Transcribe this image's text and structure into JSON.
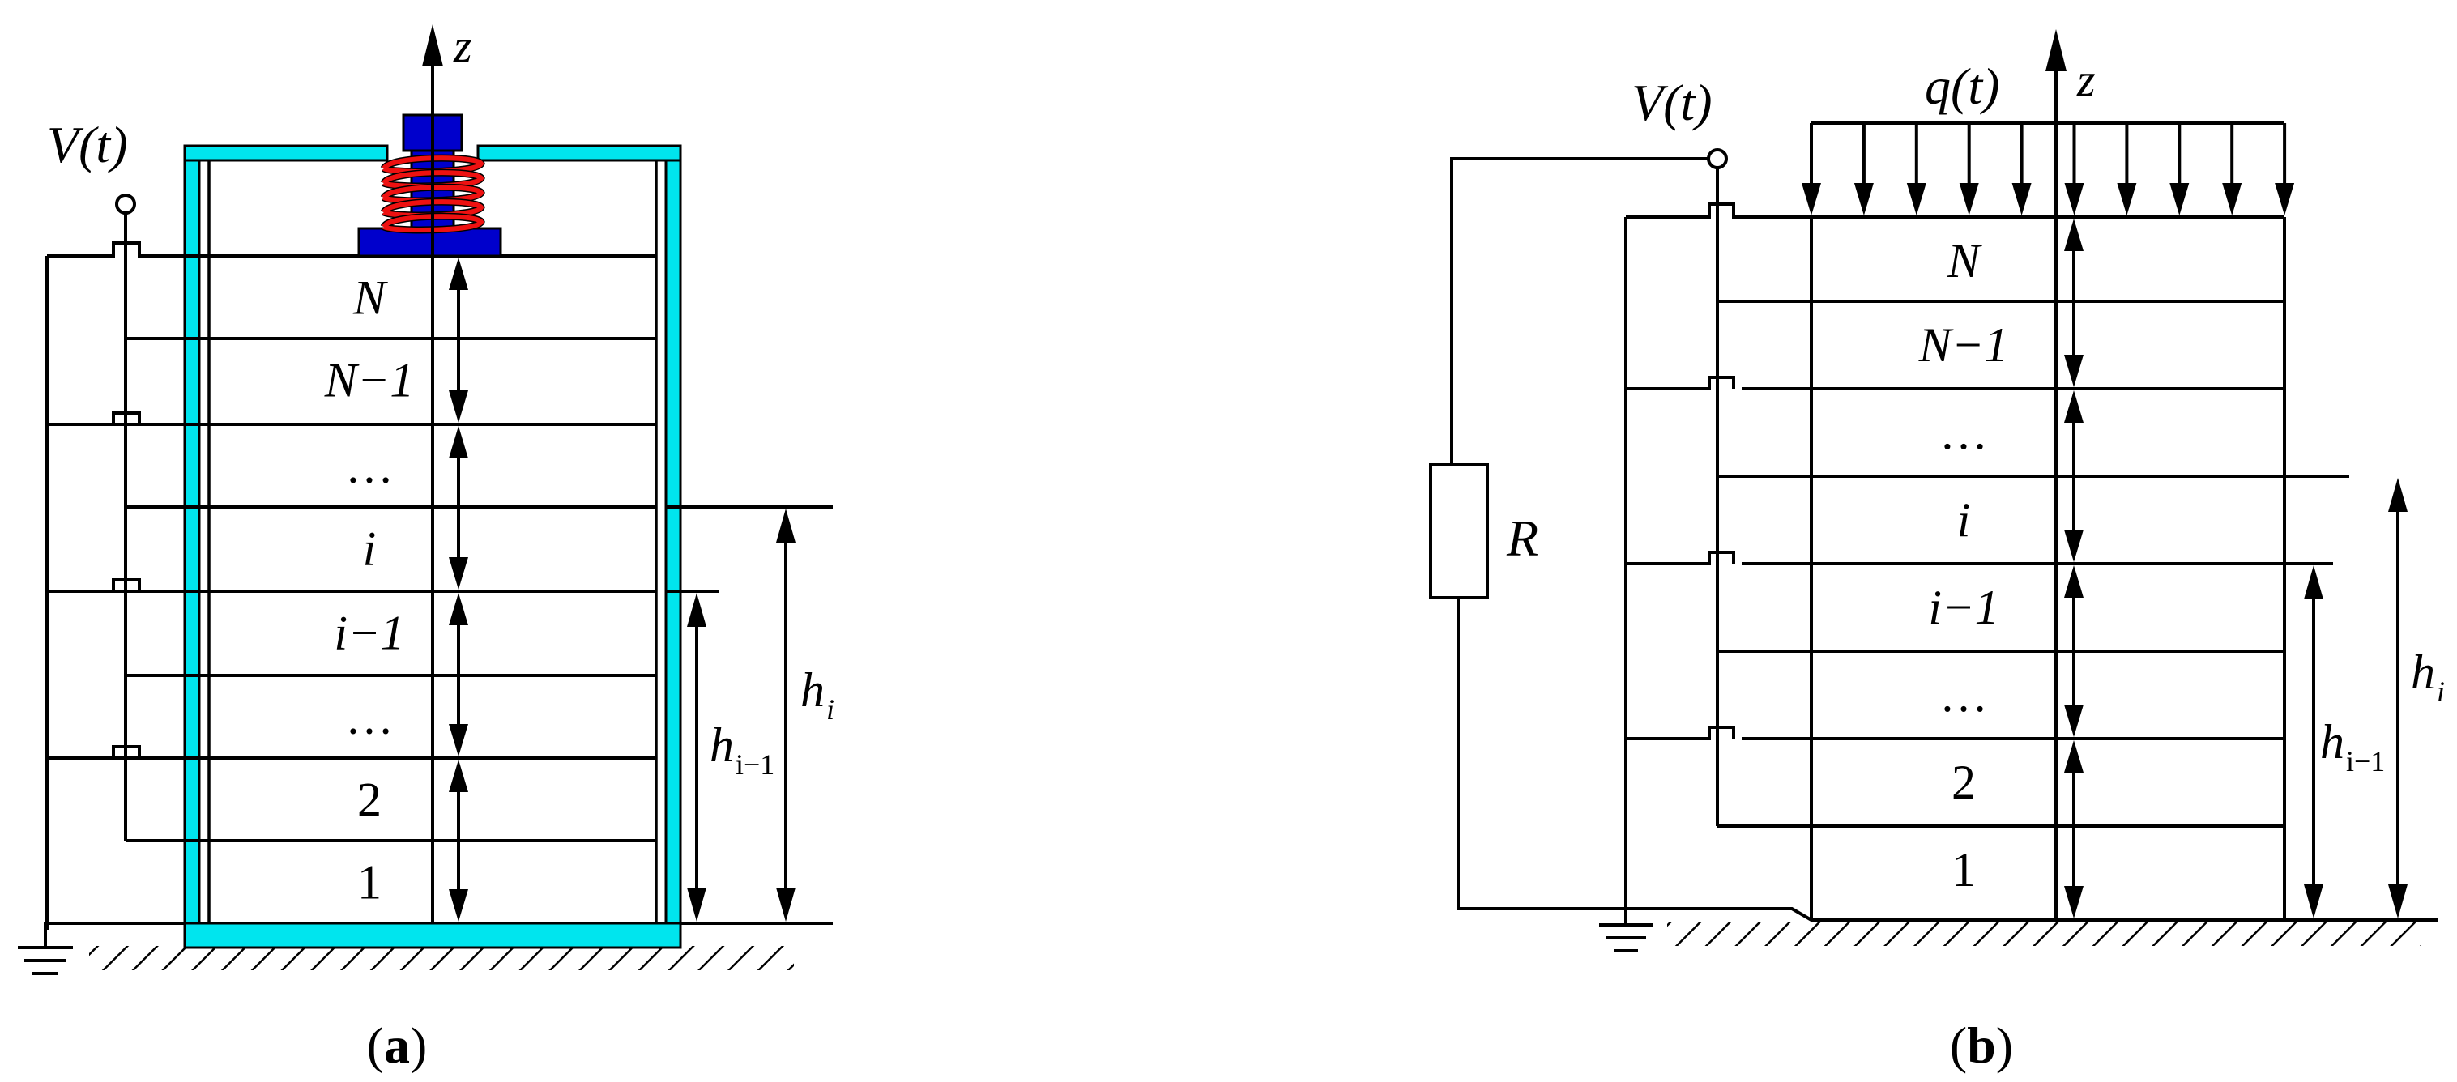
{
  "colors": {
    "frame": "#00e5ee",
    "mass": "#0000cc",
    "spring": "#ee1111",
    "line": "#000000"
  },
  "panel_a": {
    "voltage_label": "V(t)",
    "z_label": "z",
    "layers": [
      "N",
      "N−1",
      "…",
      "i",
      "i−1",
      "…",
      "2",
      "1"
    ],
    "h_i_label": "h",
    "h_i_sub": "i",
    "h_im1_label": "h",
    "h_im1_sub": "i−1",
    "caption_open": "(",
    "caption_letter": "a",
    "caption_close": ")"
  },
  "panel_b": {
    "voltage_label": "V(t)",
    "load_label": "q(t)",
    "z_label": "z",
    "resistor_label": "R",
    "layers": [
      "N",
      "N−1",
      "…",
      "i",
      "i−1",
      "…",
      "2",
      "1"
    ],
    "h_i_label": "h",
    "h_i_sub": "i",
    "h_im1_label": "h",
    "h_im1_sub": "i−1",
    "caption_open": "(",
    "caption_letter": "b",
    "caption_close": ")"
  }
}
